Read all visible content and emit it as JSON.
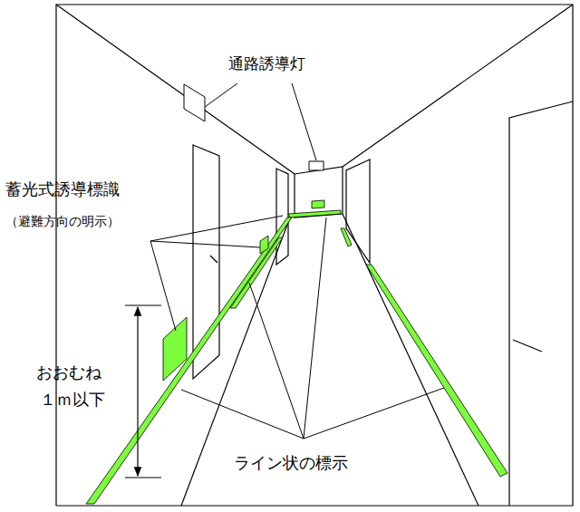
{
  "diagram": {
    "labels": [
      "通路誘導灯",
      "蓄光式誘導標識",
      "（避難方向の明示）",
      "おおむね",
      "１ｍ以下",
      "ライン状の標示"
    ]
  }
}
